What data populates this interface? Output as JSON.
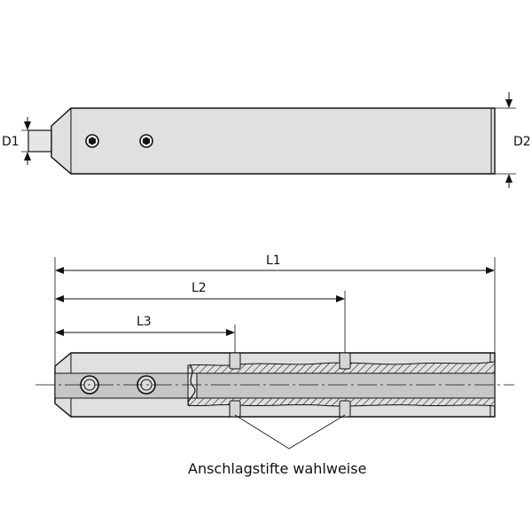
{
  "labels": {
    "d1": "D1",
    "d2": "D2",
    "l1": "L1",
    "l2": "L2",
    "l3": "L3",
    "caption": "Anschlagstifte wahlweise"
  },
  "colors": {
    "body_fill": "#e0e0e0",
    "bore_fill": "#c6c6c6",
    "line": "#111111"
  }
}
